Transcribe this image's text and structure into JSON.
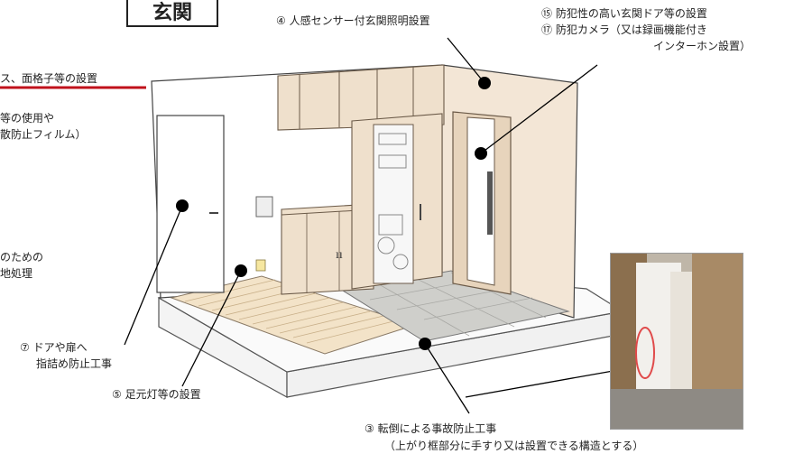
{
  "title": "玄関",
  "labels": {
    "l4": "④ 人感センサー付玄関照明設置",
    "l15": "⑮ 防犯性の高い玄関ドア等の設置",
    "l17a": "⑰ 防犯カメラ（又は録画機能付き",
    "l17b": "インターホン設置）",
    "left_top": "ス、面格子等の設置",
    "left_2a": "等の使用や",
    "left_2b": "散防止フィルム）",
    "left_3a": "のための",
    "left_3b": "地処理",
    "l7a": "⑦ ドアや扉へ",
    "l7b": "指詰め防止工事",
    "l5": "⑤ 足元灯等の設置",
    "l3a": "③ 転倒による事故防止工事",
    "l3b": "（上がり框部分に手すり又は設置できる構造とする）"
  },
  "colors": {
    "underline": "#c0121b",
    "wood": "#e9d8c4",
    "floor_tile": "#c8c8c4",
    "circle": "#e04a4a"
  }
}
